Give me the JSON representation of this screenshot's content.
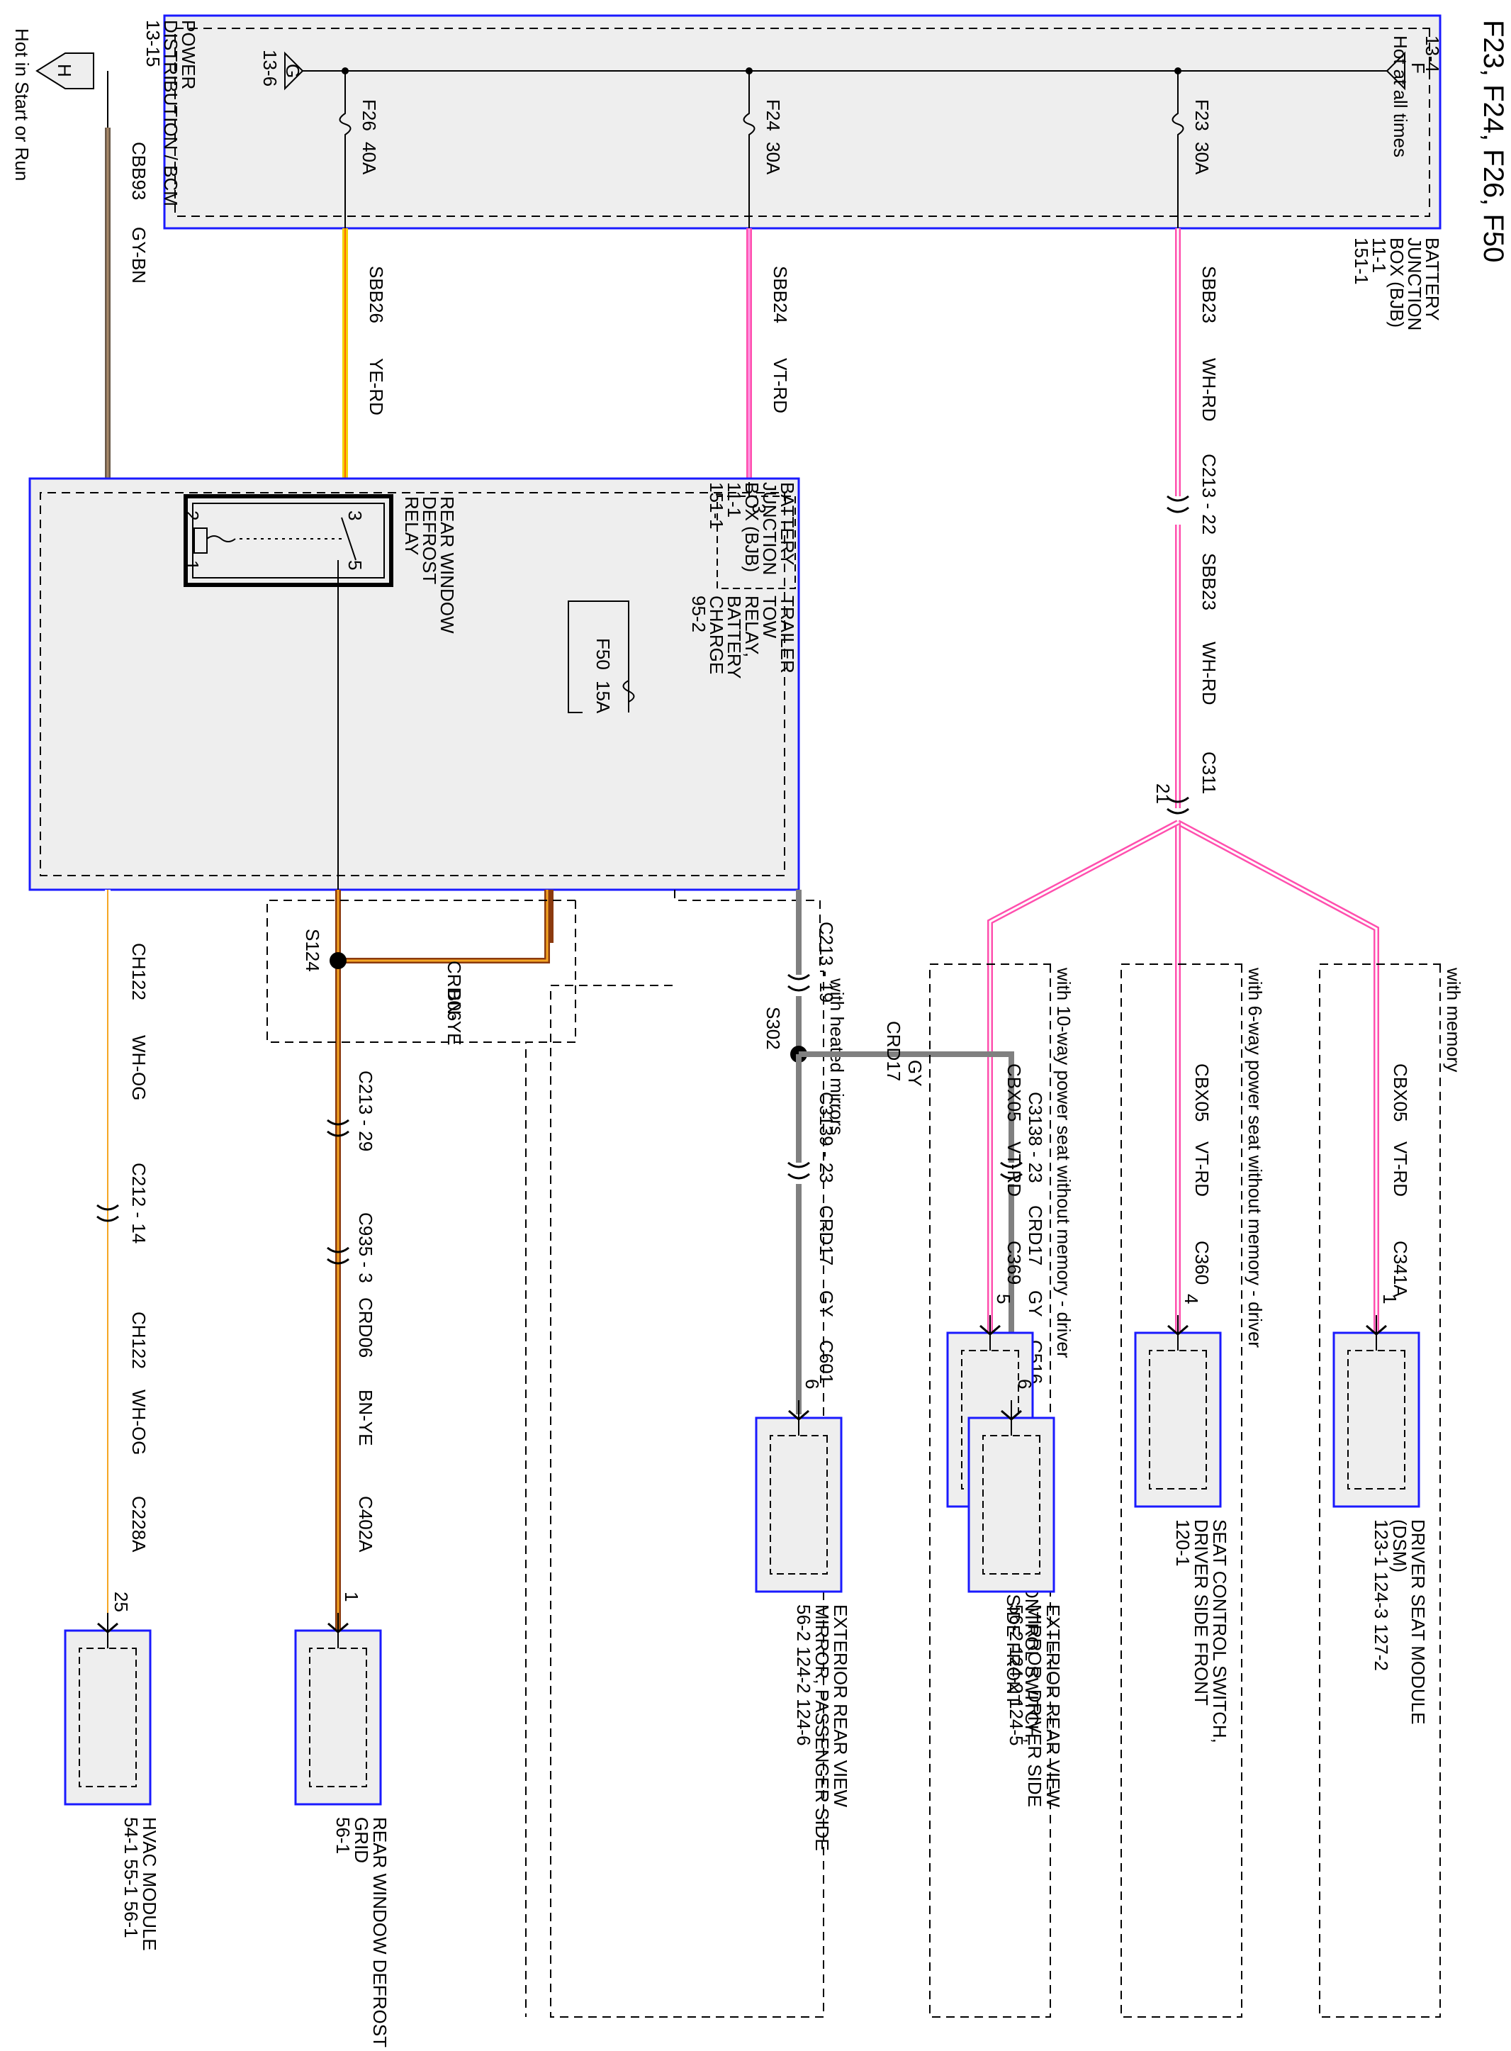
{
  "title": "F23, F24, F26, F50",
  "colors": {
    "box_border": "#1a1aff",
    "box_fill": "#eeeeee",
    "wire_gray": "#808080",
    "wire_yellow": "#f2d200",
    "wire_pink": "#ff4fae",
    "wire_brown": "#8b3a0f",
    "wire_orange": "#f5a623",
    "wire_gy_bn": "#6b5a4a",
    "wire_white": "#ffffff"
  },
  "bjb_top": {
    "name": "BATTERY JUNCTION BOX (BJB)",
    "refs": [
      "11-1",
      "151-1"
    ],
    "hot_label": "Hot at all times",
    "feed_f": {
      "letter": "F",
      "ref": "13-4"
    },
    "feed_g": {
      "letter": "G",
      "ref": "13-6"
    },
    "fuses": [
      {
        "name": "F26",
        "rating": "40A",
        "circuit": "SBB26",
        "color": "YE-RD"
      },
      {
        "name": "F24",
        "rating": "30A",
        "circuit": "SBB24",
        "color": "VT-RD"
      },
      {
        "name": "F23",
        "rating": "30A",
        "circuit": "SBB23",
        "color": "WH-RD"
      }
    ]
  },
  "power_dist": {
    "name": "POWER DISTRIBUTION / BCM",
    "ref": "13-15",
    "feed_letter": "H",
    "hot_label": "Hot in Start or Run",
    "circuit": "CBB93",
    "color": "GY-BN"
  },
  "bjb_main": {
    "name": "BATTERY JUNCTION BOX (BJB)",
    "refs": [
      "11-1",
      "151-1"
    ],
    "relay_name": "REAR WINDOW DEFROST RELAY",
    "relay_pins": [
      "1",
      "2",
      "3",
      "5"
    ],
    "trailer_tow": {
      "name": "TRAILER TOW RELAY, BATTERY CHARGE",
      "ref": "95-2",
      "pin": "3"
    },
    "fuse_f50": {
      "name": "F50",
      "rating": "15A"
    }
  },
  "connectors": {
    "c213_22": "C213 - 22",
    "c311": "C311",
    "c311_pin": "21",
    "sbb23_b": "SBB23",
    "wh_rd_b": "WH-RD",
    "c213_19": "C213 - 19",
    "s302": "S302",
    "crd17": "CRD17",
    "gy": "GY",
    "c3139_23": "C3139 - 23",
    "c3138_23": "C3138 - 23",
    "crd06": "CRD06",
    "bn_ye": "BN-YE",
    "s124": "S124",
    "c213_29": "C213 - 29",
    "c935_3": "C935 - 3",
    "ch122": "CH122",
    "wh_og": "WH-OG",
    "c212_14": "C212 - 14"
  },
  "options": {
    "with_memory": "with memory",
    "six_way": "with 6-way power seat without memory - driver",
    "ten_way": "with 10-way power seat without memory - driver",
    "heated_mirrors": "with heated mirrors"
  },
  "loads": [
    {
      "id": "dsm",
      "name": "DRIVER SEAT MODULE (DSM)",
      "refs": [
        "123-1",
        "124-3",
        "127-2"
      ],
      "circuit": "CBX05",
      "color": "VT-RD",
      "connector": "C341A",
      "pin": "1"
    },
    {
      "id": "seat6",
      "name": "SEAT CONTROL SWITCH, DRIVER SIDE FRONT",
      "refs": [
        "120-1"
      ],
      "circuit": "CBX05",
      "color": "VT-RD",
      "connector": "C360",
      "pin": "4"
    },
    {
      "id": "seat10",
      "name": "SEAT CONTROL SWITCH, DRIVER SIDE FRONT",
      "refs": [
        "120-2"
      ],
      "circuit": "CBX05",
      "color": "VT-RD",
      "connector": "C369",
      "pin": "5"
    },
    {
      "id": "mirror_drv",
      "name": "EXTERIOR REAR VIEW MIRROR, DRIVER SIDE",
      "refs": [
        "56-2",
        "124-2",
        "124-5"
      ],
      "circuit": "CRD17",
      "color": "GY",
      "connector": "C516",
      "pin": "6"
    },
    {
      "id": "mirror_pass",
      "name": "EXTERIOR REAR VIEW MIRROR, PASSENGER SIDE",
      "refs": [
        "56-2",
        "124-2",
        "124-6"
      ],
      "circuit": "CRD17",
      "color": "GY",
      "connector": "C601",
      "pin": "6"
    },
    {
      "id": "defrost_grid",
      "name": "REAR WINDOW DEFROST GRID",
      "refs": [
        "56-1"
      ],
      "circuit": "CRD06",
      "color": "BN-YE",
      "connector": "C402A",
      "pin": "1"
    },
    {
      "id": "hvac",
      "name": "HVAC MODULE",
      "refs": [
        "54-1",
        "55-1",
        "56-1"
      ],
      "circuit": "CH122",
      "color": "WH-OG",
      "connector": "C228A",
      "pin": "25"
    }
  ]
}
